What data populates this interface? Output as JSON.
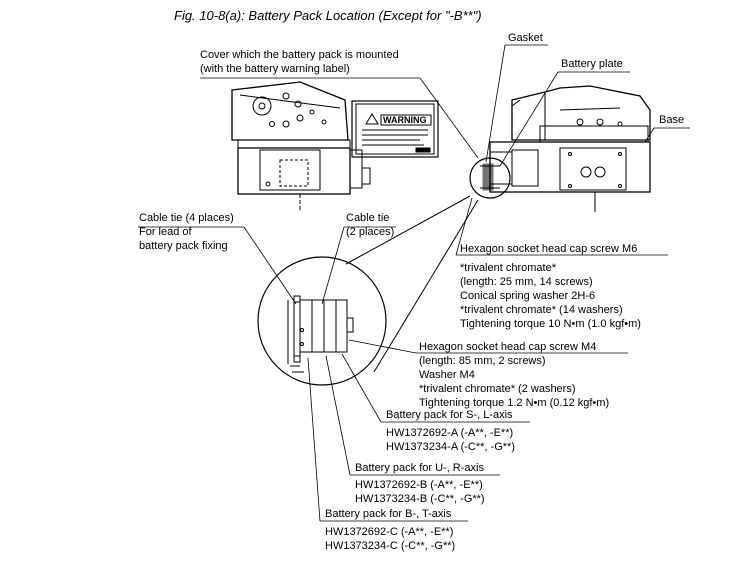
{
  "figure": {
    "title": "Fig. 10-8(a):  Battery Pack Location (Except for \"-B**\")",
    "warning_label": "WARNING",
    "labels": {
      "cover": [
        "Cover which the battery pack is mounted",
        "(with the battery warning label)"
      ],
      "gasket": "Gasket",
      "battery_plate": "Battery plate",
      "base": "Base",
      "cable_tie_4": [
        "Cable tie (4 places)",
        "For lead of",
        "battery pack fixing"
      ],
      "cable_tie_2": [
        "Cable tie",
        "(2 places)"
      ],
      "screw_m6": [
        "Hexagon socket head cap screw M6",
        "*trivalent chromate*",
        "(length: 25 mm, 14 screws)",
        "Conical spring washer 2H-6",
        "*trivalent chromate* (14 washers)",
        "Tightening torque 10 N•m (1.0 kgf•m)"
      ],
      "screw_m4": [
        "Hexagon socket head cap screw M4",
        "(length: 85 mm, 2 screws)",
        "Washer M4",
        "*trivalent chromate* (2 washers)",
        "Tightening torque 1.2 N•m (0.12 kgf•m)"
      ],
      "battery_sl": [
        "Battery pack for S-, L-axis",
        "HW1372692-A (-A**, -E**)",
        "HW1373234-A (-C**, -G**)"
      ],
      "battery_ur": [
        "Battery pack for U-, R-axis",
        "HW1372692-B (-A**, -E**)",
        "HW1373234-B (-C**, -G**)"
      ],
      "battery_bt": [
        "Battery pack for B-, T-axis",
        "HW1372692-C (-A**, -E**)",
        "HW1373234-C (-C**, -G**)"
      ]
    }
  }
}
